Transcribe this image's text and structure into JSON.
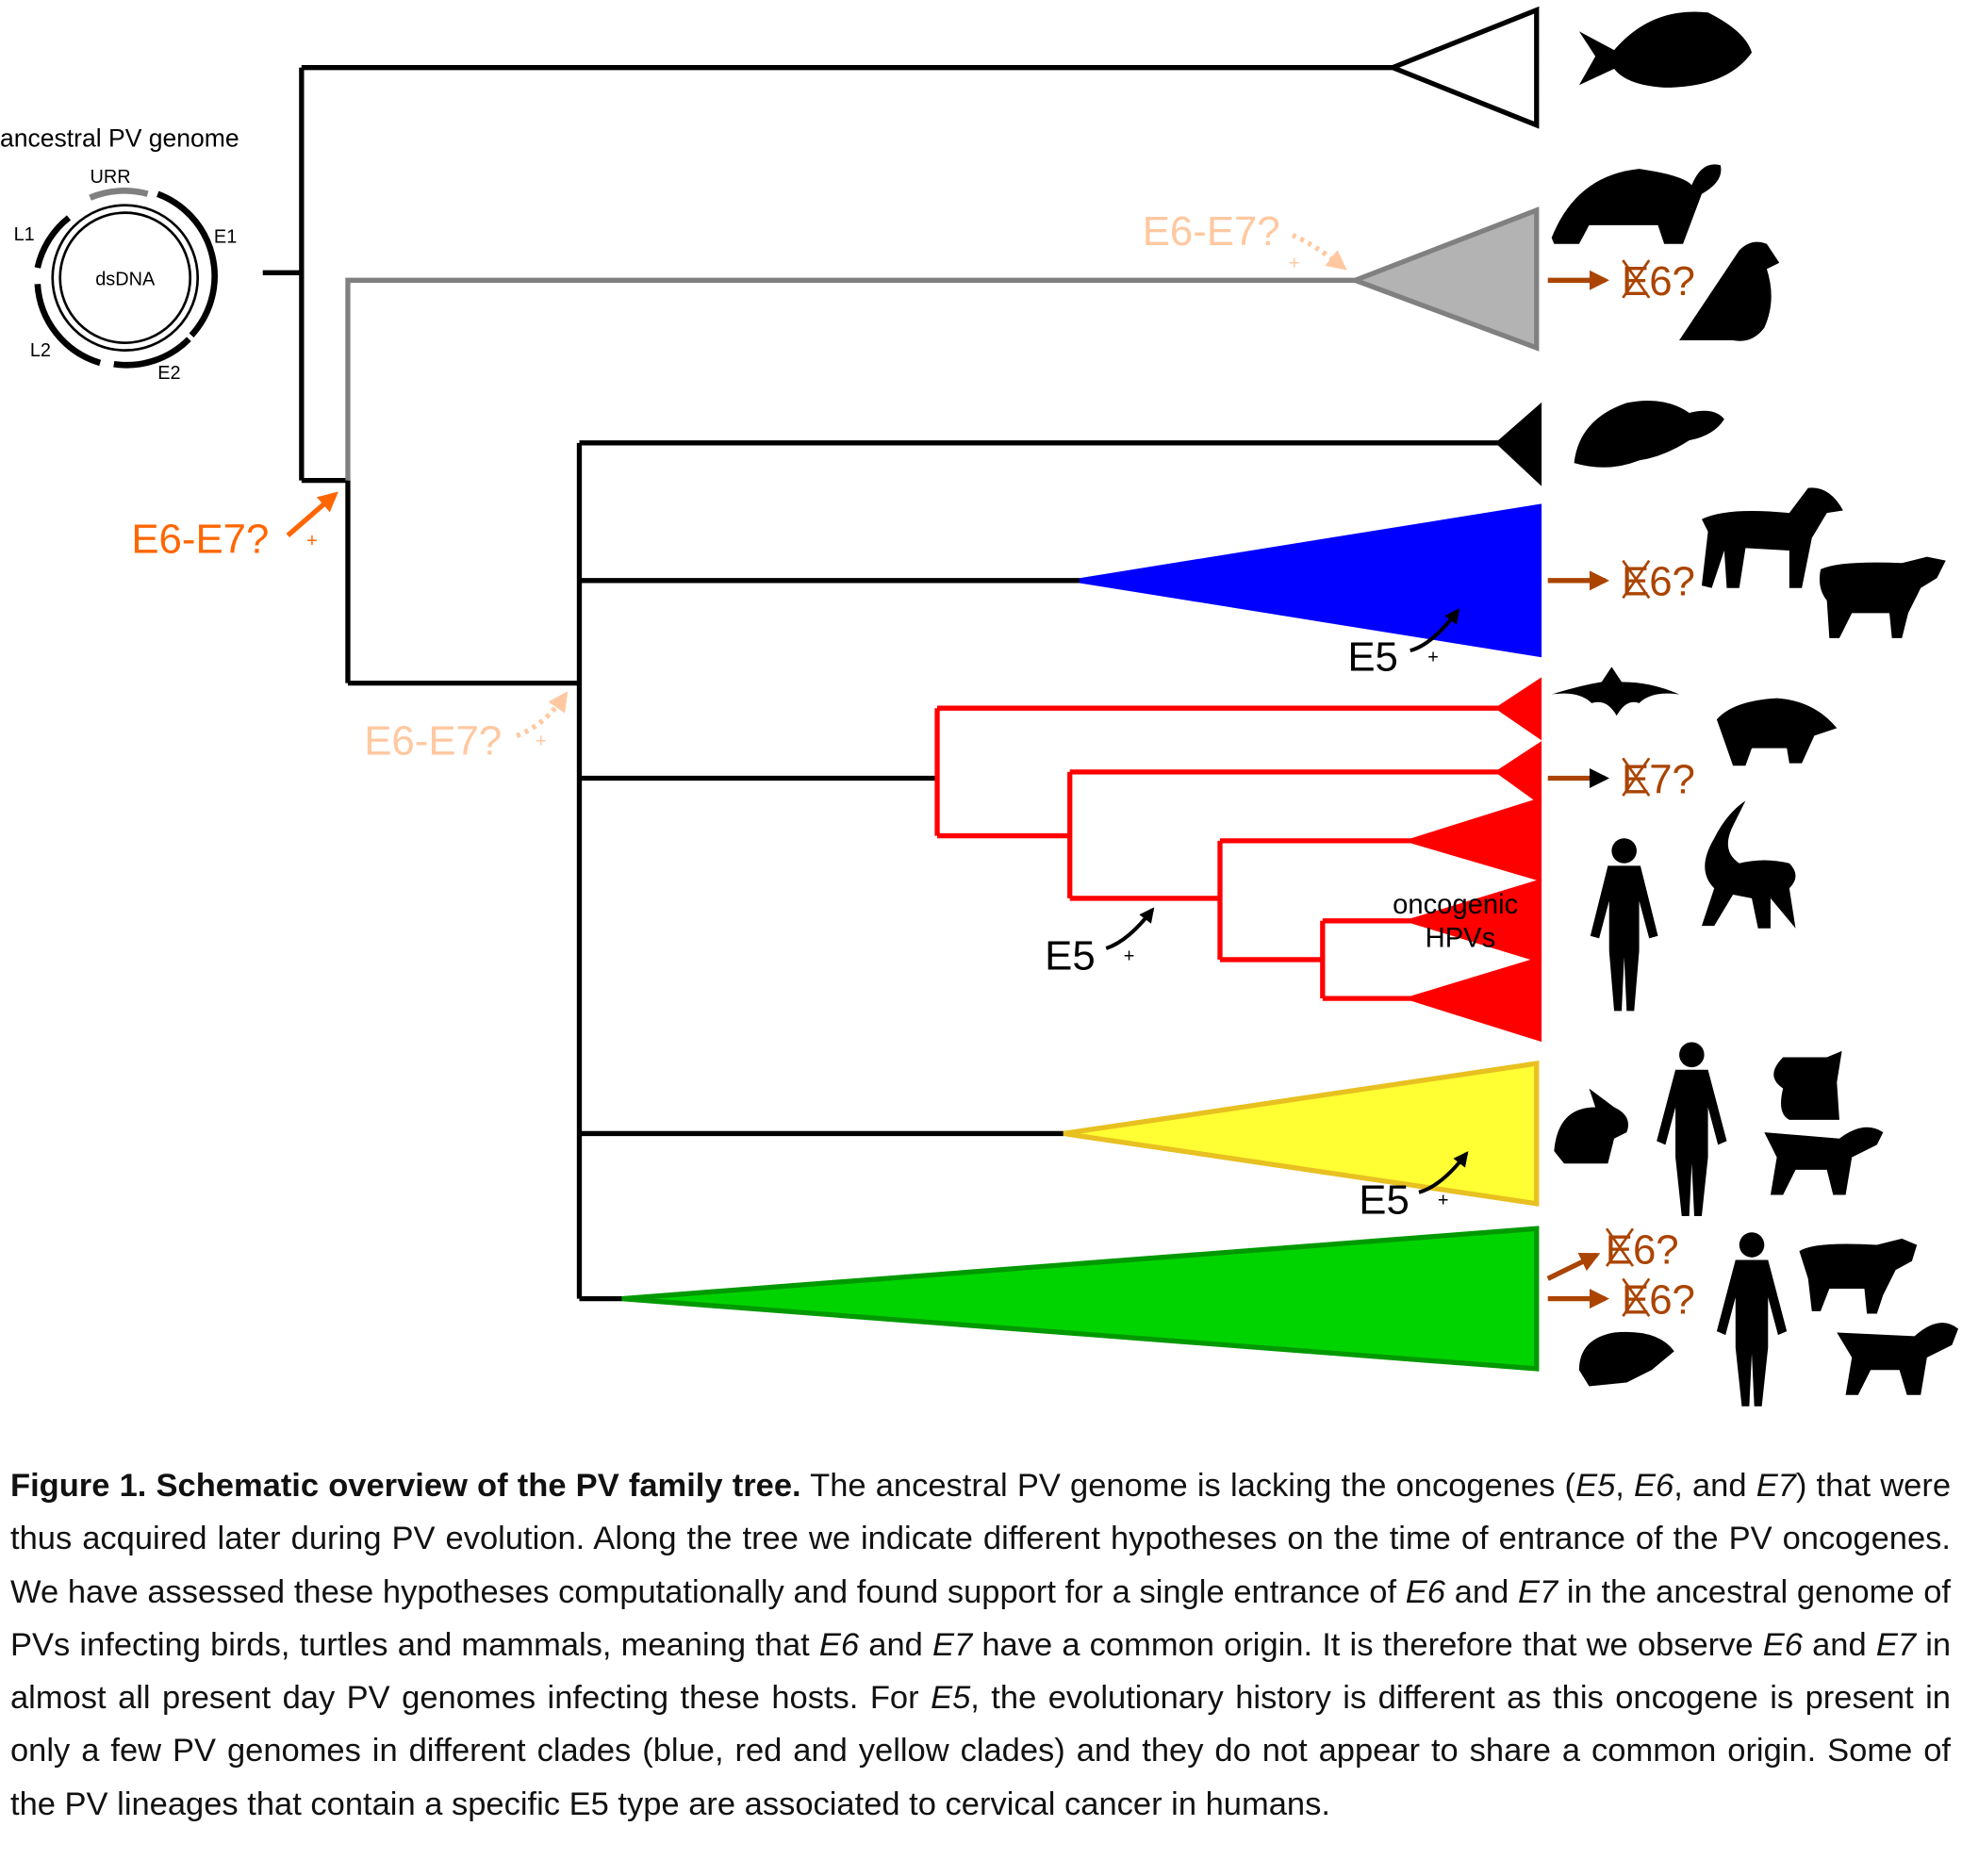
{
  "genome": {
    "title": "ancestral PV genome",
    "center": "dsDNA",
    "segments": {
      "urr": "URR",
      "e1": "E1",
      "e2": "E2",
      "l1": "L1",
      "l2": "L2"
    }
  },
  "annotations": {
    "e6e7_root": "E6-E7?",
    "e6e7_bird_turtle": "E6-E7?",
    "e6e7_mammal": "E6-E7?",
    "plus": "+",
    "e5": "E5",
    "loss_e6": "E6?",
    "loss_e7": "E7?",
    "oncogenic_line1": "oncogenic",
    "oncogenic_line2": "HPVs"
  },
  "colors": {
    "root_hypothesis": "#ff6600",
    "alt_hypothesis": "#ffc8a0",
    "loss": "#aa4400",
    "blue_clade": "#0000ff",
    "red_clade": "#ff0000",
    "yellow_clade": "#ffff33",
    "green_clade": "#00d400",
    "gray_clade": "#b3b3b3"
  },
  "caption": {
    "segments": [
      {
        "t": "Figure 1. Schematic overview of the PV family tree.",
        "s": "b"
      },
      {
        "t": " The ancestral PV genome is lacking the oncogenes (",
        "s": ""
      },
      {
        "t": "E5",
        "s": "i"
      },
      {
        "t": ", ",
        "s": ""
      },
      {
        "t": "E6",
        "s": "i"
      },
      {
        "t": ", and ",
        "s": ""
      },
      {
        "t": "E7",
        "s": "i"
      },
      {
        "t": ") that were thus acquired later during PV evolution. Along the tree we indicate different hypotheses on the time of entrance of the PV oncogenes. We have assessed these hypotheses computationally and found support for a single entrance of ",
        "s": ""
      },
      {
        "t": "E6",
        "s": "i"
      },
      {
        "t": " and ",
        "s": ""
      },
      {
        "t": "E7",
        "s": "i"
      },
      {
        "t": " in the ancestral genome of PVs infecting birds, turtles and mammals, meaning that ",
        "s": ""
      },
      {
        "t": "E6",
        "s": "i"
      },
      {
        "t": " and ",
        "s": ""
      },
      {
        "t": "E7",
        "s": "i"
      },
      {
        "t": " have a common origin. It is therefore that we observe ",
        "s": ""
      },
      {
        "t": "E6",
        "s": "i"
      },
      {
        "t": " and ",
        "s": ""
      },
      {
        "t": "E7",
        "s": "i"
      },
      {
        "t": " in almost all present day PV genomes infecting these hosts. For ",
        "s": ""
      },
      {
        "t": "E5",
        "s": "i"
      },
      {
        "t": ", the evolutionary history is different as this oncogene is present in only a few PV genomes in different clades (blue, red and yellow clades) and they do not appear to share a common origin. Some of the PV lineages that contain a specific E5 type are associated to cervical cancer in humans.",
        "s": ""
      }
    ]
  }
}
